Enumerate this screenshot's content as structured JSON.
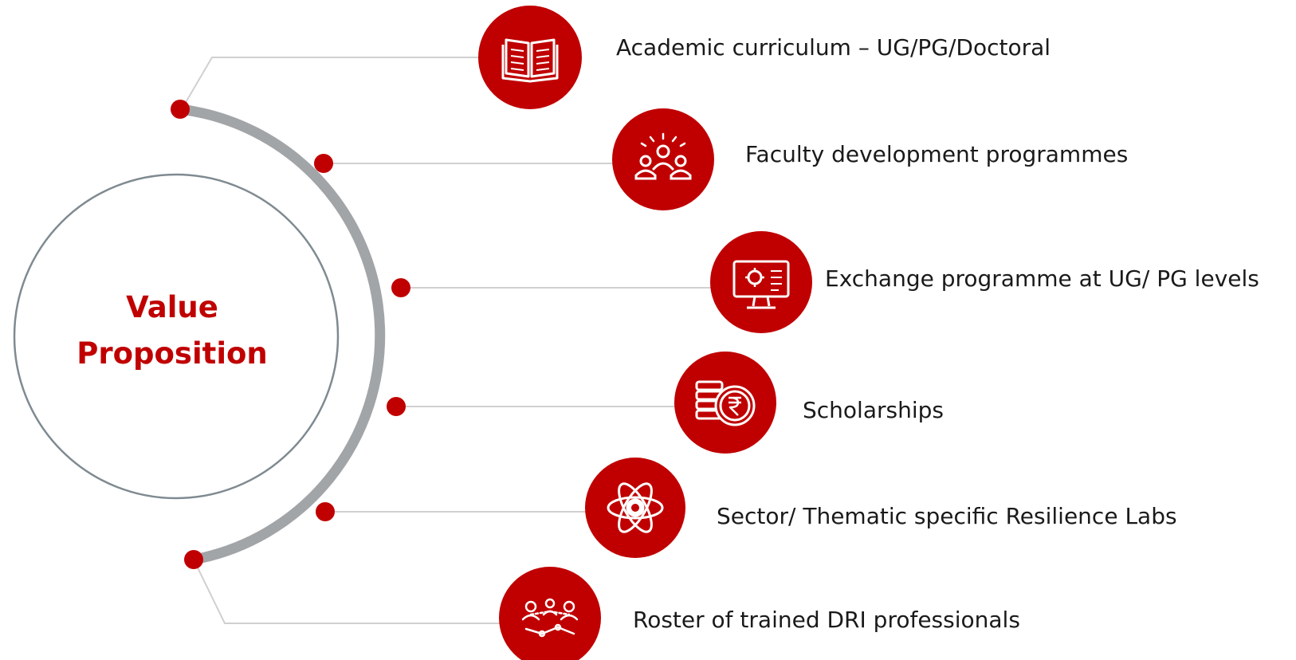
{
  "center": {
    "line1": "Value",
    "line2": "Proposition"
  },
  "colors": {
    "accent": "#c00000",
    "arc": "#a2a5a8",
    "connector": "#d0d0d0",
    "ring": "#7f8a91",
    "text": "#1a1a1a"
  },
  "items": [
    {
      "label": "Academic curriculum – UG/PG/Doctoral",
      "icon": "open-book-icon"
    },
    {
      "label": "Faculty development programmes",
      "icon": "team-group-icon"
    },
    {
      "label": "Exchange programme at UG/ PG levels",
      "icon": "computer-gear-icon"
    },
    {
      "label": "Scholarships",
      "icon": "rupee-coins-icon"
    },
    {
      "label": "Sector/ Thematic specific Resilience Labs",
      "icon": "atom-icon"
    },
    {
      "label": "Roster of trained DRI professionals",
      "icon": "network-people-icon"
    }
  ]
}
